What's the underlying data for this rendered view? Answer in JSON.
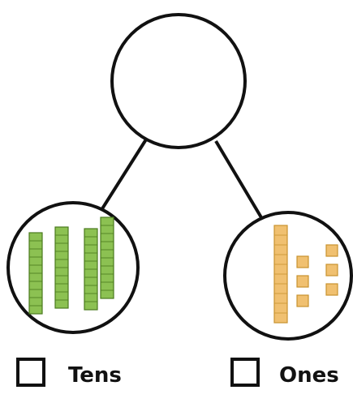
{
  "diagram": {
    "top_circle": {
      "value": ""
    },
    "left_part": {
      "label": "Tens",
      "tens_rods": 4
    },
    "right_part": {
      "label": "Ones",
      "tens_rods": 1,
      "ones_cubes": 6
    }
  },
  "colors": {
    "line": "#111111",
    "tens_rod_fill": "#8cc152",
    "tens_rod_stroke": "#4a7a1e",
    "ones_fill": "#f0c070",
    "ones_stroke": "#c8932f"
  }
}
